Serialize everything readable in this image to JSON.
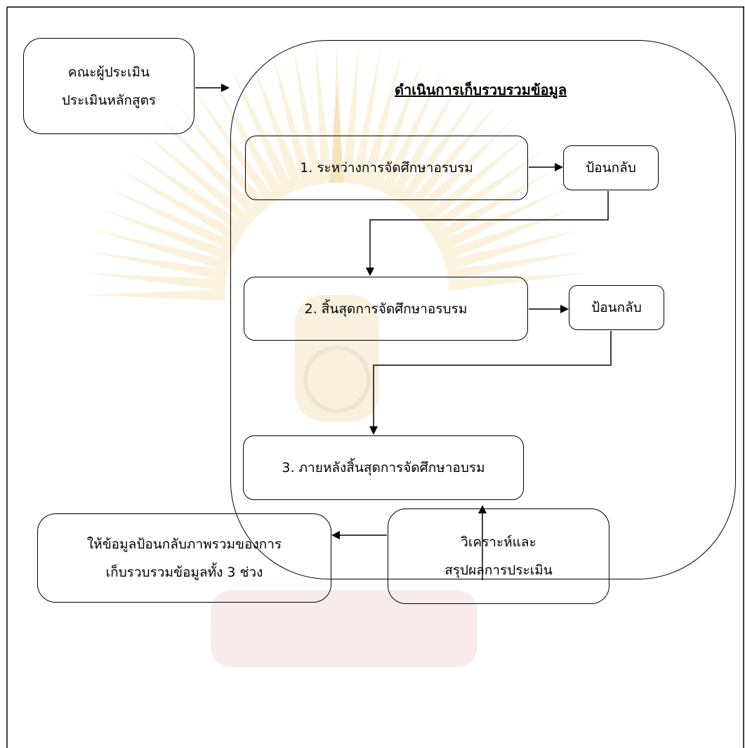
{
  "diagram": {
    "evaluator_box": {
      "line1": "คณะผู้ประเมิน",
      "line2": "ประเมินหลักสูตร"
    },
    "collection_group": {
      "title": "ดำเนินการเก็บรวบรวมข้อมูล"
    },
    "step1": {
      "label": "1. ระหว่างการจัดศึกษาอรบรม"
    },
    "feedback1": {
      "label": "ป้อนกลับ"
    },
    "step2": {
      "label": "2. สิ้นสุดการจัดศึกษาอรบรม"
    },
    "feedback2": {
      "label": "ป้อนกลับ"
    },
    "step3": {
      "label": "3. ภายหลังสิ้นสุดการจัดศึกษาอบรม"
    },
    "analysis_box": {
      "line1": "วิเคราะห์และ",
      "line2": "สรุปผลการประเมิน"
    },
    "overall_feedback_box": {
      "line1": "ให้ข้อมูลป้อนกลับภาพรวมของการ",
      "line2": "เก็บรวบรวมข้อมูลทั้ง 3 ช่วง"
    }
  },
  "colors": {
    "line": "#000000",
    "watermark_gold": "#e9c96a",
    "watermark_red": "#e2a3a3"
  }
}
